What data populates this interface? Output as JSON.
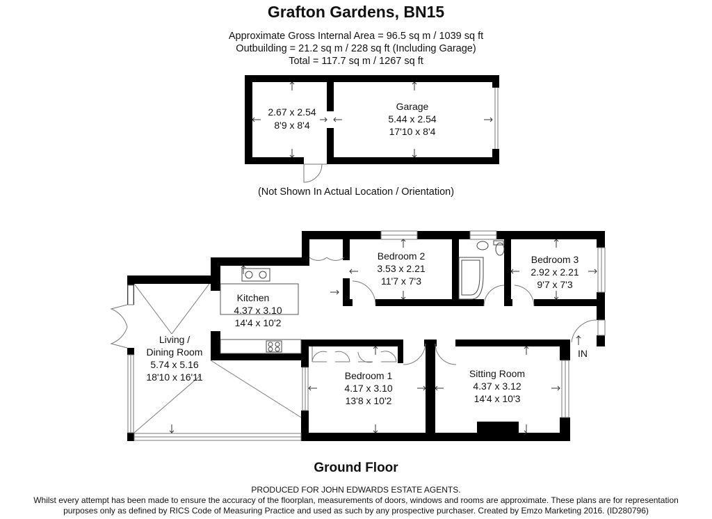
{
  "header": {
    "title": "Grafton Gardens, BN15",
    "area_lines": [
      "Approximate Gross Internal Area = 96.5 sq m / 1039 sq ft",
      "Outbuilding = 21.2 sq m / 228 sq ft (Including Garage)",
      "Total = 117.7 sq m / 1267 sq ft"
    ]
  },
  "outbuilding": {
    "store": {
      "metric": "2.67 x 2.54",
      "imperial": "8'9 x 8'4"
    },
    "garage": {
      "name": "Garage",
      "metric": "5.44 x 2.54",
      "imperial": "17'10 x 8'4"
    },
    "note": "(Not Shown In Actual Location / Orientation)"
  },
  "ground_floor": {
    "label": "Ground Floor",
    "entrance": "IN",
    "rooms": {
      "living": {
        "name_line1": "Living /",
        "name_line2": "Dining Room",
        "metric": "5.74 x 5.16",
        "imperial": "18'10 x 16'11"
      },
      "kitchen": {
        "name": "Kitchen",
        "metric": "4.37 x 3.10",
        "imperial": "14'4 x 10'2"
      },
      "bedroom2": {
        "name": "Bedroom 2",
        "metric": "3.53 x 2.21",
        "imperial": "11'7 x 7'3"
      },
      "bedroom3": {
        "name": "Bedroom 3",
        "metric": "2.92 x 2.21",
        "imperial": "9'7 x 7'3"
      },
      "bedroom1": {
        "name": "Bedroom 1",
        "metric": "4.17 x 3.10",
        "imperial": "13'8 x 10'2"
      },
      "sitting": {
        "name": "Sitting Room",
        "metric": "4.37 x 3.12",
        "imperial": "14'4 x 10'3"
      }
    }
  },
  "footer": {
    "line1": "PRODUCED FOR JOHN EDWARDS ESTATE AGENTS.",
    "line2": "Whilst every attempt has been made to ensure the accuracy of the floorplan, measurements of doors, windows and rooms are approximate. These plans are for representation",
    "line3": "purposes only as defined by RICS Code of Measuring Practice and used as such by any prospective purchaser. Created by Emzo Marketing 2016.   (ID280796)"
  }
}
